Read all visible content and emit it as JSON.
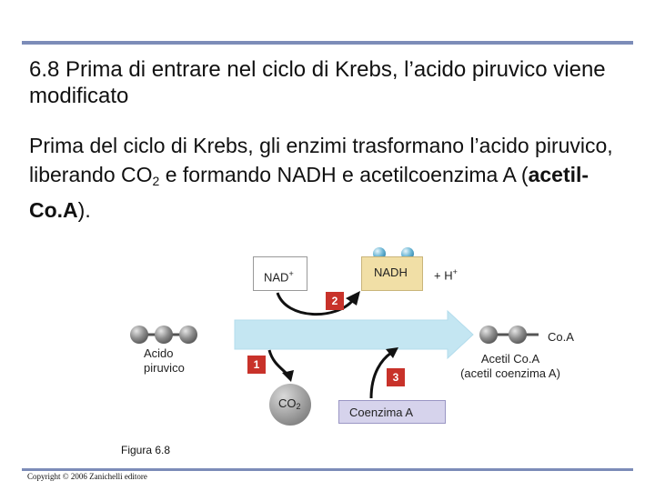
{
  "title": "6.8 Prima di entrare nel ciclo di Krebs, l’acido piruvico viene modificato",
  "body": {
    "part1": "Prima del ciclo di Krebs, gli enzimi trasformano l’acido piruvico, liberando CO",
    "sub": "2",
    "part2": " e formando NADH e acetilcoenzima A (",
    "bold": "acetil-Co.A",
    "part3": ")."
  },
  "diagram": {
    "nad_base": "NAD",
    "nad_sup": "+",
    "nadh": "NADH",
    "h_plus": "+ H",
    "h_sup": "+",
    "acido_line1": "Acido",
    "acido_line2": "piruvico",
    "coa_label": "Co.A",
    "acetil_line1": "Acetil Co.A",
    "acetil_line2": "(acetil coenzima A)",
    "co2_base": "CO",
    "co2_sub": "2",
    "coenzima": "Coenzima A",
    "step1": "1",
    "step2": "2",
    "step3": "3"
  },
  "figure_label": "Figura 6.8",
  "copyright": "Copyright © 2006 Zanichelli editore",
  "colors": {
    "rule": "#7c8cb8",
    "arrow": "#c4e6f2",
    "badge": "#c8322a",
    "nadh_box": "#f1dfa6",
    "coenzima_box": "#d6d3ec"
  }
}
